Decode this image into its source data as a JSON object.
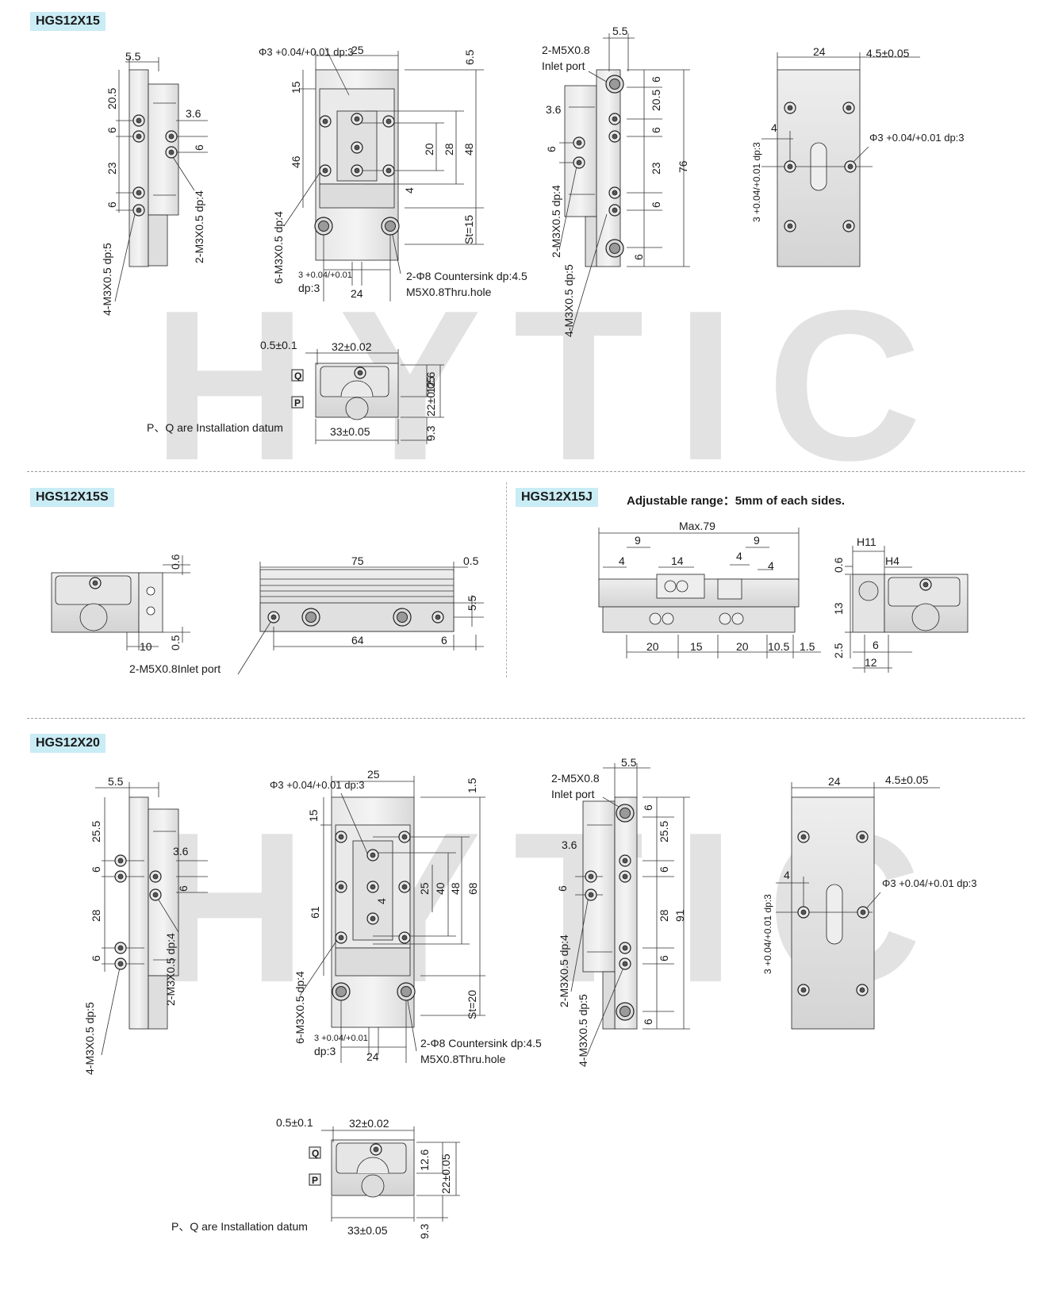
{
  "watermark": "HYTIC",
  "sections": {
    "s1": {
      "title": "HGS12X15"
    },
    "s2": {
      "title": "HGS12X15S"
    },
    "s3": {
      "title": "HGS12X15J",
      "note": "Adjustable range：5mm of each sides."
    },
    "s4": {
      "title": "HGS12X20"
    }
  },
  "s1": {
    "v1": {
      "top": "5.5",
      "d1": "20.5",
      "d2": "6",
      "d3": "23",
      "d4": "6",
      "hole_a": "4-M3X0.5 dp:5",
      "hole_b": "2-M3X0.5 dp:4",
      "d5": "3.6",
      "d6": "6"
    },
    "v2": {
      "phi": "Φ3 +0.04/+0.01 dp:3",
      "w": "25",
      "t": "6.5",
      "h1": "15",
      "h2": "46",
      "d20": "20",
      "d28": "28",
      "d48": "48",
      "d4": "4",
      "st": "St=15",
      "holes": "6-M3X0.5 dp:4",
      "tol": "3 +0.04/+0.01",
      "dp": "dp:3",
      "w24": "24",
      "cs": "2-Φ8 Countersink dp:4.5",
      "thru": "M5X0.8Thru.hole"
    },
    "v3": {
      "port": "2-M5X0.8",
      "port2": "Inlet port",
      "top": "5.5",
      "d1": "6",
      "d2": "20.5",
      "d3": "6",
      "d4": "23",
      "d5": "6",
      "d6": "6",
      "total": "76",
      "d36": "3.6",
      "d6b": "6",
      "hole_a": "2-M3X0.5 dp:4",
      "hole_b": "4-M3X0.5 dp:5"
    },
    "v4": {
      "w": "24",
      "off": "4.5±0.05",
      "d4": "4",
      "phi": "Φ3 +0.04/+0.01 dp:3",
      "tol": "3 +0.04/+0.01 dp:3"
    },
    "v5": {
      "a": "0.5±0.1",
      "b": "32±0.02",
      "q": "Q",
      "p": "P",
      "h1": "12.6",
      "h2": "22±0.05",
      "w": "33±0.05",
      "h3": "9.3",
      "datum": "P、Q are Installation datum"
    }
  },
  "s2": {
    "v1": {
      "a": "0.6",
      "b": "0.5",
      "c": "10"
    },
    "v2": {
      "w": "75",
      "e": "0.5",
      "h": "5.5",
      "p": "64",
      "r": "6",
      "port": "2-M5X0.8Inlet port"
    }
  },
  "s3": {
    "v1": {
      "max": "Max.79",
      "a": "9",
      "b": "9",
      "c": "4",
      "d": "14",
      "e": "4",
      "f": "4",
      "g1": "20",
      "g2": "15",
      "g3": "20",
      "g4": "10.5",
      "g5": "1.5"
    },
    "v2": {
      "h11": "H11",
      "h4": "H4",
      "a": "0.6",
      "b": "13",
      "c": "2.5",
      "d": "6",
      "e": "12"
    }
  },
  "s4": {
    "v1": {
      "top": "5.5",
      "d1": "25.5",
      "d2": "6",
      "d3": "28",
      "d4": "6",
      "hole_a": "4-M3X0.5 dp:5",
      "hole_b": "2-M3X0.5 dp:4",
      "d5": "3.6",
      "d6": "6"
    },
    "v2": {
      "phi": "Φ3 +0.04/+0.01 dp:3",
      "w": "25",
      "t": "1.5",
      "h1": "15",
      "h2": "61",
      "d25": "25",
      "d40": "40",
      "d48": "48",
      "d68": "68",
      "d4": "4",
      "st": "St=20",
      "holes": "6-M3X0.5 dp:4",
      "tol": "3 +0.04/+0.01",
      "dp": "dp:3",
      "w24": "24",
      "cs": "2-Φ8 Countersink dp:4.5",
      "thru": "M5X0.8Thru.hole"
    },
    "v3": {
      "port": "2-M5X0.8",
      "port2": "Inlet port",
      "top": "5.5",
      "d1": "6",
      "d2": "25.5",
      "d3": "6",
      "d4": "28",
      "d5": "6",
      "d6": "6",
      "total": "91",
      "d36": "3.6",
      "d6b": "6",
      "hole_a": "2-M3X0.5 dp:4",
      "hole_b": "4-M3X0.5 dp:5"
    },
    "v4": {
      "w": "24",
      "off": "4.5±0.05",
      "d4": "4",
      "phi": "Φ3 +0.04/+0.01 dp:3",
      "tol": "3 +0.04/+0.01 dp:3"
    },
    "v5": {
      "a": "0.5±0.1",
      "b": "32±0.02",
      "q": "Q",
      "p": "P",
      "h1": "12.6",
      "h2": "22±0.05",
      "w": "33±0.05",
      "h3": "9.3",
      "datum": "P、Q are Installation datum"
    }
  }
}
